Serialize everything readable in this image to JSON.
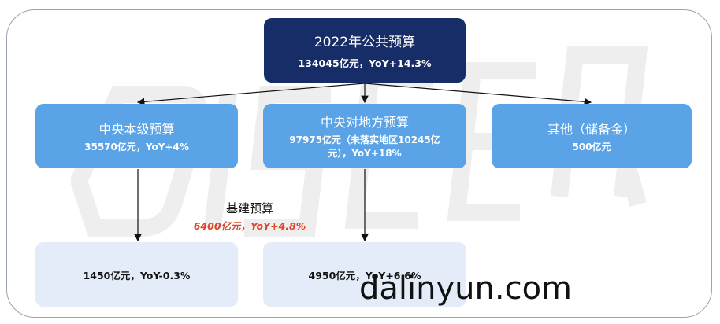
{
  "top": {
    "title": "2022年公共预算",
    "detail": "134045亿元，YoY+14.3%"
  },
  "central": {
    "title": "中央本级预算",
    "detail": "35570亿元，YoY+4%"
  },
  "transfer": {
    "title": "中央对地方预算",
    "detail_line1": "97975亿元（未落实地区10245亿",
    "detail_line2": "元），YoY+18%"
  },
  "other": {
    "title": "其他（储备金）",
    "detail": "500亿元"
  },
  "infra": {
    "title": "基建预算",
    "detail": "6400亿元，YoY+4.8%"
  },
  "infra_central": {
    "detail": "1450亿元，YoY-0.3%"
  },
  "infra_local": {
    "detail": "4950亿元，YoY+6.6%"
  },
  "watermark": {
    "site": "dalinyun.com"
  },
  "colors": {
    "top_box": "#162d67",
    "mid_box": "#5aa3e6",
    "low_box": "#e3ecf8",
    "highlight": "#e0452a"
  }
}
